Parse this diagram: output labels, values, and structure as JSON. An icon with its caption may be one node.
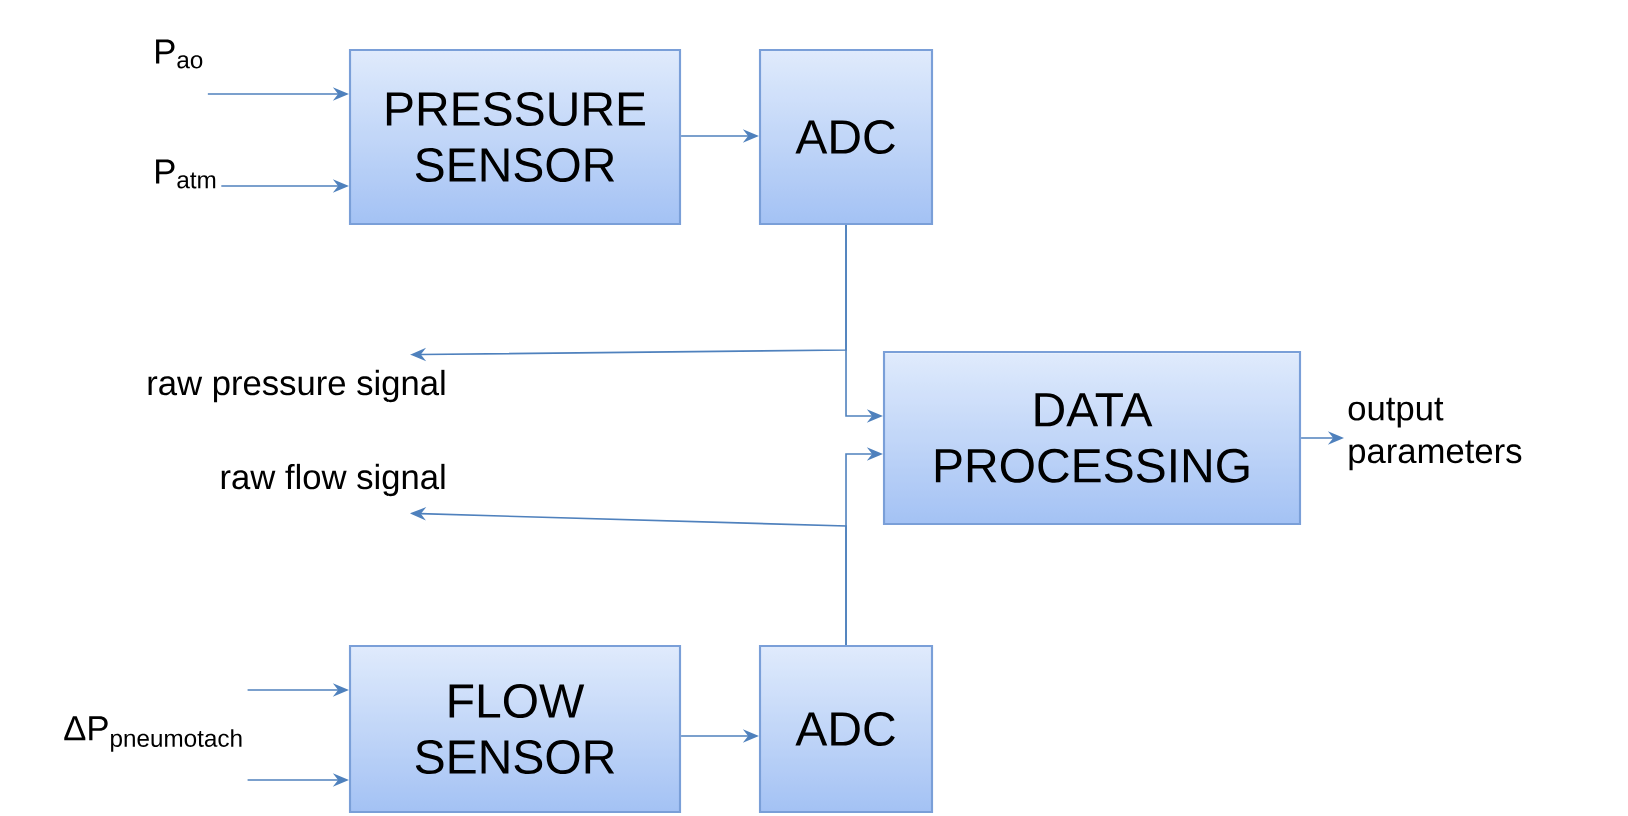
{
  "diagram": {
    "nodes": [
      {
        "text": [
          "\\text{P}_{\\text{ao}}"
        ]
      },
      {
        "text": [
          "\\text{P}_{\\text{atm}}"
        ]
      },
      {
        "text": [
          "PRESSURE SENSOR"
        ]
      },
      {
        "text": [
          "ADC"
        ]
      },
      {
        "text": [
          "raw pressure signal"
        ]
      },
      {
        "text": [
          "DATA PROCESSING"
        ]
      },
      {
        "text": [
          "output parameters"
        ]
      },
      {
        "text": [
          "raw flow signal"
        ]
      },
      {
        "text": [
          "\\text{ΔP}_{\\text{pneumotach}}"
        ]
      },
      {
        "text": [
          "FLOW SENSOR"
        ]
      },
      {
        "text": [
          "ADC"
        ]
      }
    ],
    "edges": [
      {
        "from": 0,
        "to": 2,
        "arrow": "to"
      },
      {
        "from": 1,
        "to": 2,
        "arrow": "to"
      },
      {
        "from": 2,
        "to": 3,
        "arrow": "to"
      },
      {
        "from": 3,
        "to": 4,
        "arrow": "to"
      },
      {
        "from": 3,
        "to": 5,
        "arrow": "to"
      },
      {
        "from": 10,
        "to": 7,
        "arrow": "to"
      },
      {
        "from": 10,
        "to": 5,
        "arrow": "to"
      },
      {
        "from": 5,
        "to": 6,
        "arrow": "to"
      },
      {
        "from": 8,
        "to": 9,
        "arrow": "to"
      },
      {
        "from": 8,
        "to": 9,
        "arrow": "to"
      },
      {
        "from": 9,
        "to": 10,
        "arrow": "to"
      }
    ]
  }
}
